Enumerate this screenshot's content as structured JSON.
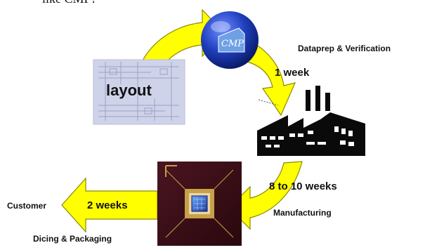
{
  "heading_fragment": "like CMP?",
  "colors": {
    "arrow_fill": "#ffff00",
    "arrow_stroke": "#8a8a00",
    "globe_blue": "#1f3fbf",
    "factory_dark": "#0a0a0a",
    "chip_body": "#3a0d16",
    "chip_gold": "#c8a048",
    "layout_bg": "#cfd3ea"
  },
  "diagram": {
    "nodes": [
      {
        "id": "cmp",
        "label": "CMP",
        "icon": "globe-logo-icon"
      },
      {
        "id": "layout",
        "label": "layout",
        "icon": "layout-thumbnail"
      },
      {
        "id": "factory",
        "label": "",
        "icon": "factory-icon"
      },
      {
        "id": "chip",
        "label": "",
        "icon": "packaged-chip-icon"
      },
      {
        "id": "customer",
        "label": "Customer",
        "icon": ""
      }
    ],
    "edges": [
      {
        "from": "layout",
        "to": "cmp",
        "label": ""
      },
      {
        "from": "cmp",
        "to": "factory",
        "label": "1 week",
        "stage": "Dataprep & Verification"
      },
      {
        "from": "factory",
        "to": "chip",
        "label": "8 to 10 weeks",
        "stage": "Manufacturing"
      },
      {
        "from": "chip",
        "to": "customer",
        "label": "2 weeks",
        "stage": "Dicing & Packaging"
      }
    ]
  },
  "labels": {
    "layout": "layout",
    "cmp_logo": "CMP",
    "dataprep": "Dataprep & Verification",
    "one_week": "1 week",
    "eight_to_ten": "8 to 10 weeks",
    "manufacturing": "Manufacturing",
    "two_weeks": "2 weeks",
    "customer": "Customer",
    "dicing": "Dicing & Packaging"
  }
}
